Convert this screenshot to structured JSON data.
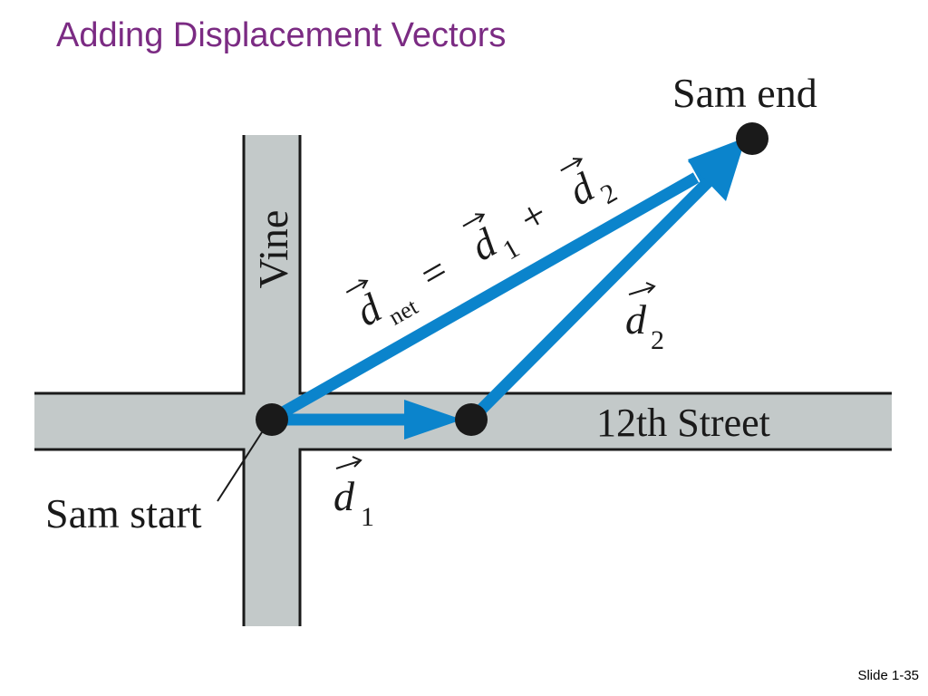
{
  "slide": {
    "title": "Adding Displacement Vectors",
    "number": "Slide 1-35"
  },
  "diagram": {
    "streets": {
      "vertical_name": "Vine",
      "horizontal_name": "12th Street"
    },
    "points": {
      "start_label": "Sam start",
      "end_label": "Sam end"
    },
    "vectors": {
      "symbol": "d",
      "d1_subscript": "1",
      "d2_subscript": "2",
      "net_subscript": "net",
      "equals": "=",
      "plus": "+"
    },
    "colors": {
      "road": "#c3c9c9",
      "road_outline": "#1a1a1a",
      "vector": "#0b84cc",
      "dot": "#1a1a1a",
      "title": "#7b2b83"
    }
  }
}
